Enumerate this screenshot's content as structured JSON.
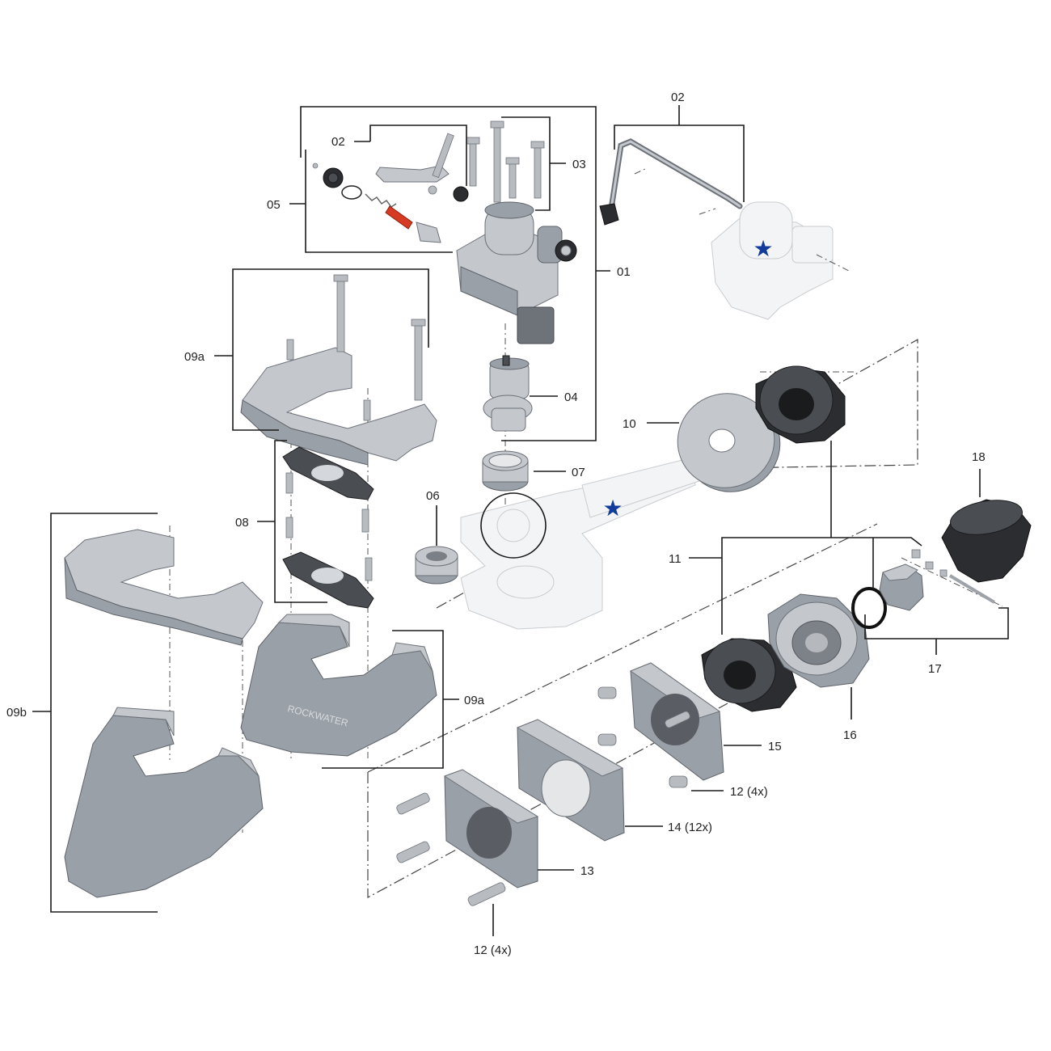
{
  "labels": {
    "l01": "01",
    "l02a": "02",
    "l02b": "02",
    "l03": "03",
    "l04": "04",
    "l05": "05",
    "l06": "06",
    "l07": "07",
    "l08": "08",
    "l09a_top": "09a",
    "l09a_bottom": "09a",
    "l09b": "09b",
    "l10": "10",
    "l11": "11",
    "l12_right": "12 (4x)",
    "l12_bottom": "12 (4x)",
    "l13": "13",
    "l14": "14 (12x)",
    "l15": "15",
    "l16": "16",
    "l17": "17",
    "l18": "18"
  },
  "markers": {
    "star_color": "#123c9b",
    "star_glyph": "★"
  },
  "colors": {
    "metal": "#9aa0a7",
    "rubber": "#2b2d30",
    "ghost": "#f3f4f5",
    "accent_red": "#d63a22"
  }
}
